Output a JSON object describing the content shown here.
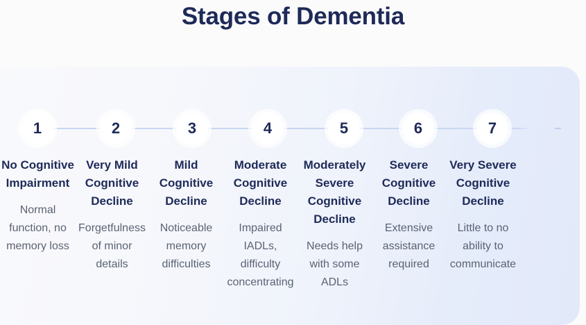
{
  "title": "Stages of Dementia",
  "colors": {
    "title_navy": "#1e2a58",
    "heading_navy": "#1e2a58",
    "body_gray": "#5b6273",
    "connector_blue": "#c8d6f1",
    "panel_tint": "#e2e9f9",
    "node_fill": "#ffffff",
    "page_background": "#fbfbfc"
  },
  "timeline": {
    "nodes": [
      {
        "number": "1"
      },
      {
        "number": "2"
      },
      {
        "number": "3"
      },
      {
        "number": "4"
      },
      {
        "number": "5"
      },
      {
        "number": "6"
      },
      {
        "number": "7"
      }
    ]
  },
  "stages": [
    {
      "number": "1",
      "heading": "No Cognitive Impairment",
      "description": "Normal function, no memory loss"
    },
    {
      "number": "2",
      "heading": "Very Mild Cognitive Decline",
      "description": "Forgetfulness of minor details"
    },
    {
      "number": "3",
      "heading": "Mild Cognitive Decline",
      "description": "Noticeable memory difficulties"
    },
    {
      "number": "4",
      "heading": "Moderate Cognitive Decline",
      "description": "Impaired IADLs, difficulty concentrating"
    },
    {
      "number": "5",
      "heading": "Moderately Severe Cognitive Decline",
      "description": "Needs help with some ADLs"
    },
    {
      "number": "6",
      "heading": "Severe Cognitive Decline",
      "description": "Extensive assistance required"
    },
    {
      "number": "7",
      "heading": "Very Severe Cognitive Decline",
      "description": "Little to no ability to communicate"
    }
  ]
}
